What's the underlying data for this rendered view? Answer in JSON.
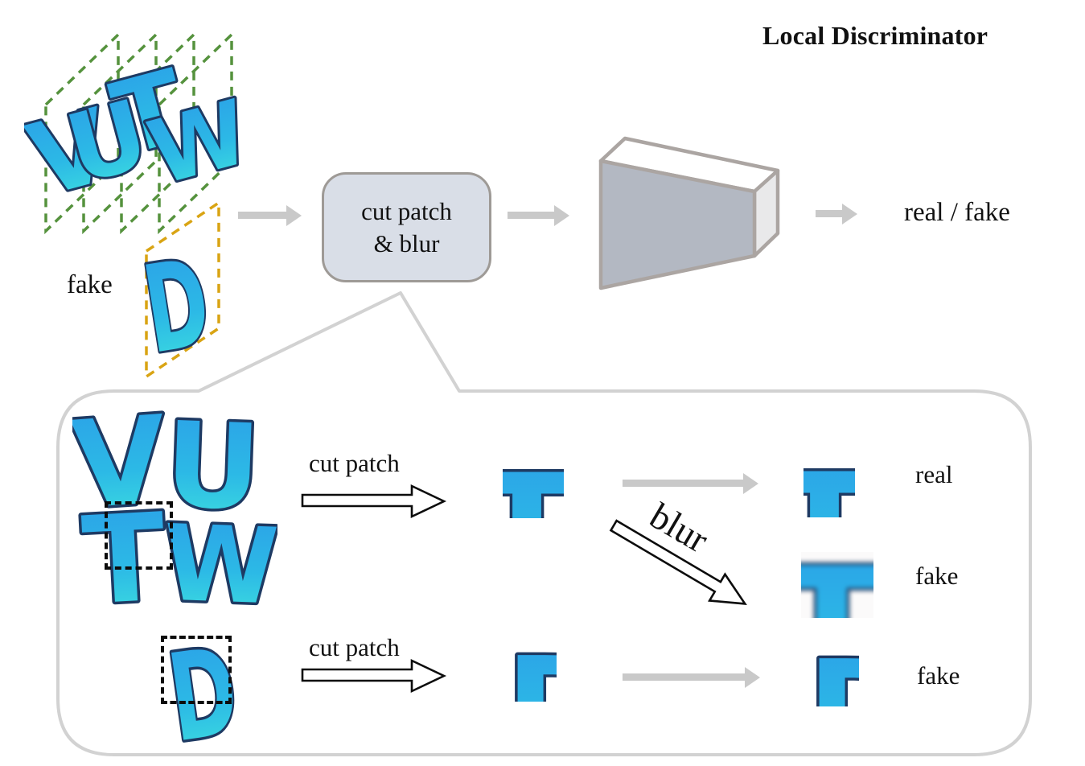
{
  "figure": {
    "title": "Local Discriminator",
    "top": {
      "fake_label": "fake",
      "process_box": {
        "line1": "cut patch",
        "line2": "& blur"
      },
      "output_label": "real / fake",
      "stack_letters": [
        "V",
        "U",
        "T",
        "W"
      ],
      "fake_letter": "D"
    },
    "bubble": {
      "letters": [
        "V",
        "U",
        "T",
        "W"
      ],
      "fake_letter": "D",
      "row_t": {
        "cut_label": "cut patch",
        "blur_label": "blur",
        "patch_letter": "T",
        "real_label": "real",
        "fake_label": "fake"
      },
      "row_d": {
        "cut_label": "cut patch",
        "patch_letter": "D",
        "fake_label": "fake"
      }
    },
    "colors": {
      "letter_gradient_top": "#2b9fe8",
      "letter_gradient_bottom": "#3fe3de",
      "letter_outline": "#1e3a63",
      "real_frame_dash": "#55923d",
      "fake_frame_dash": "#d9a413",
      "arrow_gray": "#c9c9c9",
      "process_box_fill": "#d9dee7",
      "process_box_border": "#9e9a96",
      "bubble_border": "#d2d2d2",
      "network_front": "#b3b8c2",
      "network_side": "#e9e9ea",
      "network_border": "#aba5a2"
    }
  }
}
